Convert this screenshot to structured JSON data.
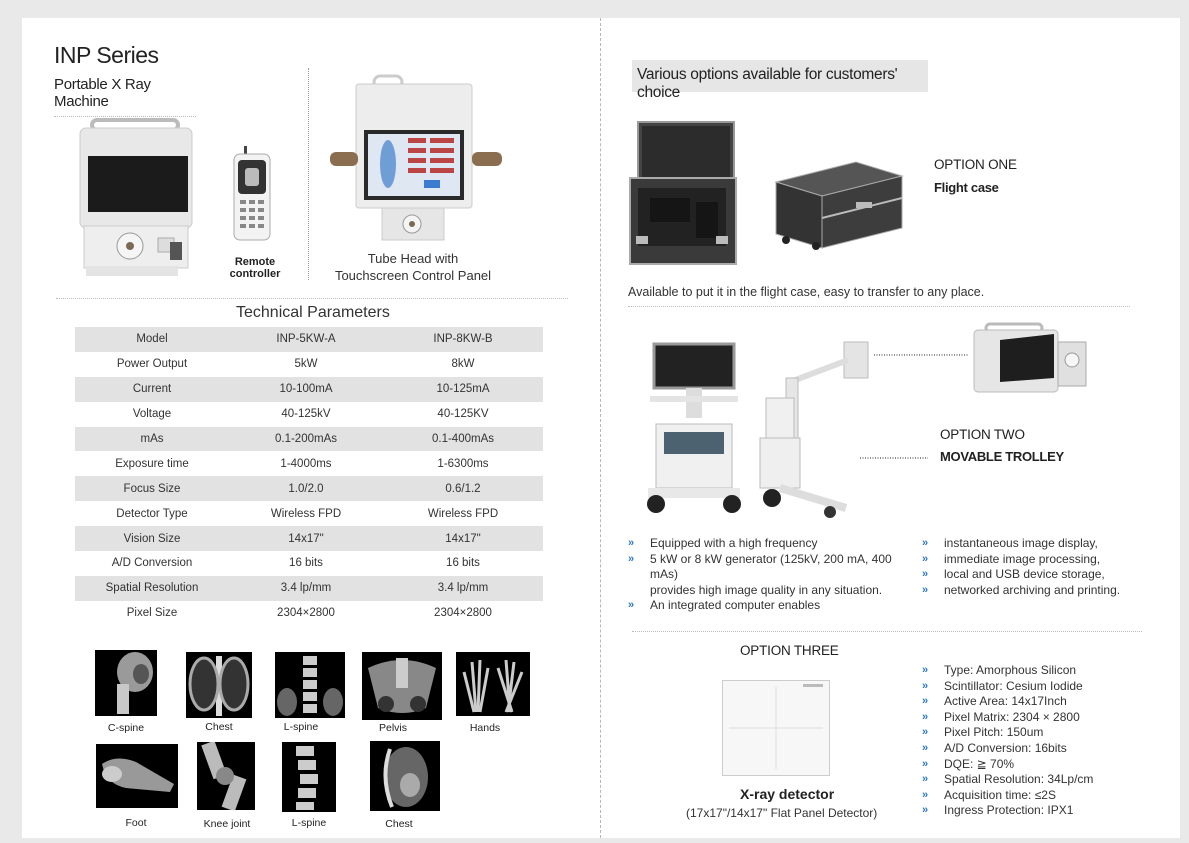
{
  "left": {
    "series_title": "INP Series",
    "series_subtitle": "Portable X Ray Machine",
    "remote_caption": "Remote controller",
    "tube_caption_1": "Tube Head with",
    "tube_caption_2": "Touchscreen Control Panel",
    "table_title": "Technical Parameters",
    "table": {
      "rows": [
        [
          "Model",
          "INP-5KW-A",
          "INP-8KW-B"
        ],
        [
          "Power Output",
          "5kW",
          "8kW"
        ],
        [
          "Current",
          "10-100mA",
          "10-125mA"
        ],
        [
          "Voltage",
          "40-125kV",
          "40-125KV"
        ],
        [
          "mAs",
          "0.1-200mAs",
          "0.1-400mAs"
        ],
        [
          "Exposure time",
          "1-4000ms",
          "1-6300ms"
        ],
        [
          "Focus Size",
          "1.0/2.0",
          "0.6/1.2"
        ],
        [
          "Detector Type",
          "Wireless FPD",
          "Wireless FPD"
        ],
        [
          "Vision Size",
          "14x17\"",
          "14x17\""
        ],
        [
          "A/D Conversion",
          "16 bits",
          "16 bits"
        ],
        [
          "Spatial Resolution",
          "3.4 lp/mm",
          "3.4 lp/mm"
        ],
        [
          "Pixel Size",
          "2304×2800",
          "2304×2800"
        ]
      ]
    },
    "xray_captions": [
      "C-spine",
      "Chest",
      "L-spine",
      "Pelvis",
      "Hands",
      "Foot",
      "Knee joint",
      "L-spine",
      "Chest"
    ]
  },
  "right": {
    "banner": "Various options available for customers' choice",
    "option_one_label": "OPTION ONE",
    "option_one_sub": "Flight case",
    "option_one_desc": "Available to put it in the flight case, easy to transfer to any place.",
    "option_two_label": "OPTION TWO",
    "option_two_sub": "MOVABLE TROLLEY",
    "features_left": [
      "Equipped with a high frequency",
      "5 kW or 8 kW generator (125kV, 200 mA, 400 mAs)",
      "provides high image quality in any situation.",
      "An integrated computer enables"
    ],
    "features_right": [
      "instantaneous image display,",
      "immediate image processing,",
      "local and USB device storage,",
      "networked archiving and printing."
    ],
    "option_three_label": "OPTION THREE",
    "detector_title": "X-ray detector",
    "detector_sub": "(17x17\"/14x17\" Flat Panel Detector)",
    "detector_specs": [
      "Type: Amorphous Silicon",
      "Scintillator: Cesium Iodide",
      "Active Area: 14x17Inch",
      "Pixel Matrix: 2304 × 2800",
      "Pixel Pitch: 150um",
      "A/D Conversion: 16bits",
      "DQE: ≧ 70%",
      "Spatial Resolution: 34Lp/cm",
      "Acquisition time: ≤2S",
      "Ingress Protection: IPX1"
    ],
    "bullet_marker": "»"
  },
  "colors": {
    "bullet": "#2d78c6",
    "table_shade": "#e2e2e2",
    "banner_bg": "#e6e6e6"
  }
}
